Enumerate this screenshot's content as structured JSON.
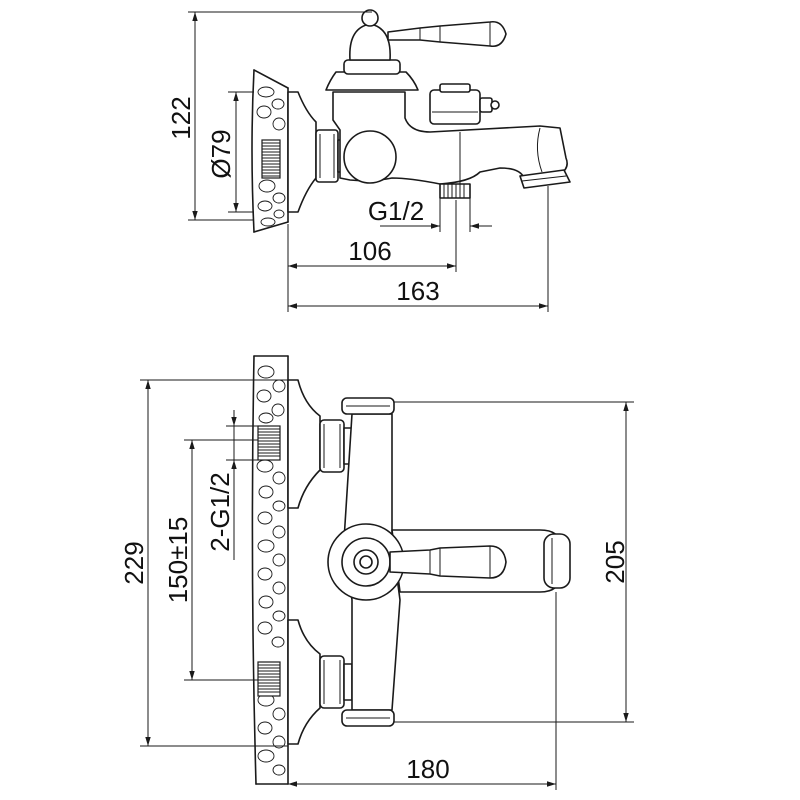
{
  "dimensions": {
    "top_height": "122",
    "top_diameter": "Ø79",
    "top_thread": "G1/2",
    "top_depth_106": "106",
    "top_depth_163": "163",
    "front_total_height": "229",
    "front_spacing": "150±15",
    "front_inlets": "2-G1/2",
    "front_body_height": "205",
    "front_depth": "180"
  }
}
